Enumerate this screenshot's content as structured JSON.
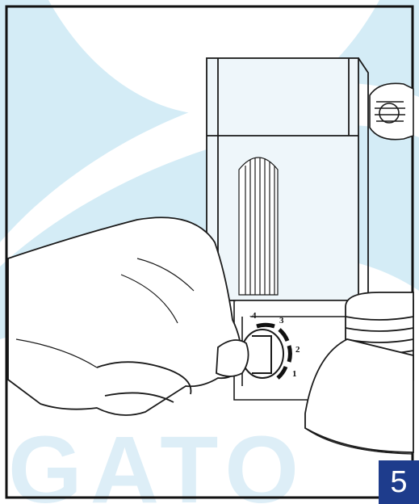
{
  "step": {
    "number": "5"
  },
  "dial": {
    "labels": [
      "1",
      "2",
      "3",
      "4"
    ]
  },
  "watermark": {
    "text": "GATO",
    "color": "#cfe9f4"
  },
  "colors": {
    "badge": "#1e3c8c",
    "watermark_circle": "#cfe9f4",
    "line_art": "#1a1a1a"
  }
}
